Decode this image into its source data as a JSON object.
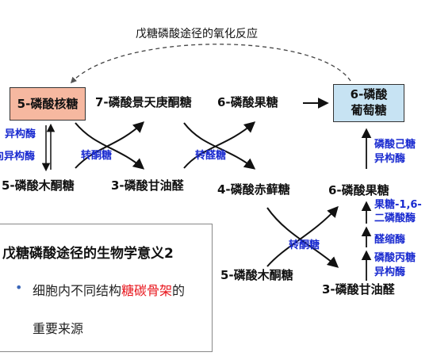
{
  "title": "戊糖磷酸途径的氧化反应",
  "nodes": {
    "ribose5p": "5-磷酸核糖",
    "sedo7p": "7-磷酸景天庚酮糖",
    "fructose6p_top": "6-磷酸果糖",
    "glucose6p_line1": "6-磷酸",
    "glucose6p_line2": "葡萄糖",
    "xylulose5p_left": "5-磷酸木酮糖",
    "g3p_left": "3-磷酸甘油醛",
    "erythrose4p": "4-磷酸赤藓糖",
    "fructose6p_right": "6-磷酸果糖",
    "xylulose5p_bottom": "5-磷酸木酮糖",
    "g3p_bottom": "3-磷酸甘油醛"
  },
  "enzymes": {
    "isomerase": "异构酶",
    "epimerase": "向异构酶",
    "transketolase_1": "转酮糖",
    "transaldolase": "转醛糖",
    "transketolase_2": "转酮糖",
    "hexose_isomerase_1": "磷酸己糖",
    "hexose_isomerase_2": "异构酶",
    "fbpase_1": "果糖-1,6-",
    "fbpase_2": "二磷酸酶",
    "aldolase": "醛缩酶",
    "tpi_1": "磷酸丙糖",
    "tpi_2": "异构酶"
  },
  "note": {
    "title": "戊糖磷酸途径的生物学意义2",
    "bullet": "•",
    "line1_prefix": "细胞内不同结构",
    "line1_highlight": "糖碳骨架",
    "line1_suffix": "的",
    "line2": "重要来源"
  },
  "colors": {
    "ribose_box": "#f6b8a0",
    "glucose_box": "#c7e3f3",
    "enzyme_text": "#1a2bd0",
    "highlight": "#e8141b"
  }
}
